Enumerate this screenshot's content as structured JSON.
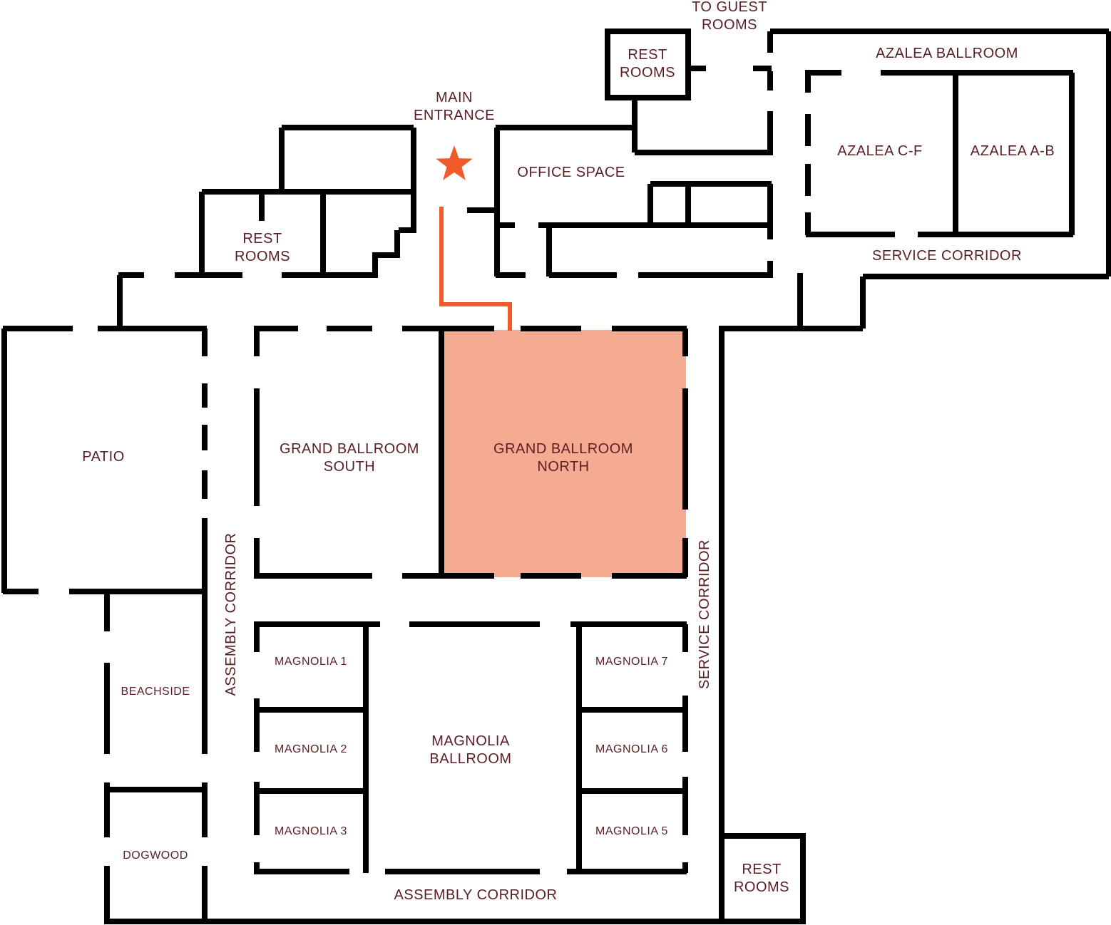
{
  "colors": {
    "walls": "#000000",
    "label_text": "#5a1f22",
    "highlight_fill": "#f5ab91",
    "route_and_marker": "#f15a29"
  },
  "marker": {
    "icon": "star-icon",
    "label_lines": [
      "MAIN",
      "ENTRANCE"
    ]
  },
  "highlighted_room": "GRAND BALLROOM NORTH",
  "labels": {
    "to_guest_rooms": [
      "TO GUEST",
      "ROOMS"
    ],
    "rest_rooms_top": [
      "REST",
      "ROOMS"
    ],
    "azalea_ballroom": "AZALEA BALLROOM",
    "azalea_cf": "AZALEA C-F",
    "azalea_ab": "AZALEA A-B",
    "service_corridor_top": "SERVICE CORRIDOR",
    "office_space": "OFFICE SPACE",
    "rest_rooms_left": [
      "REST",
      "ROOMS"
    ],
    "patio": "PATIO",
    "grand_south": [
      "GRAND BALLROOM",
      "SOUTH"
    ],
    "grand_north": [
      "GRAND BALLROOM",
      "NORTH"
    ],
    "assembly_corridor_vertical": "ASSEMBLY CORRIDOR",
    "service_corridor_vertical": "SERVICE CORRIDOR",
    "beachside": "BEACHSIDE",
    "dogwood": "DOGWOOD",
    "magnolia_1": "MAGNOLIA 1",
    "magnolia_2": "MAGNOLIA 2",
    "magnolia_3": "MAGNOLIA 3",
    "magnolia_5": "MAGNOLIA 5",
    "magnolia_6": "MAGNOLIA 6",
    "magnolia_7": "MAGNOLIA 7",
    "magnolia_ballroom": [
      "MAGNOLIA",
      "BALLROOM"
    ],
    "assembly_corridor_bottom": "ASSEMBLY CORRIDOR",
    "rest_rooms_bottom": [
      "REST",
      "ROOMS"
    ]
  }
}
